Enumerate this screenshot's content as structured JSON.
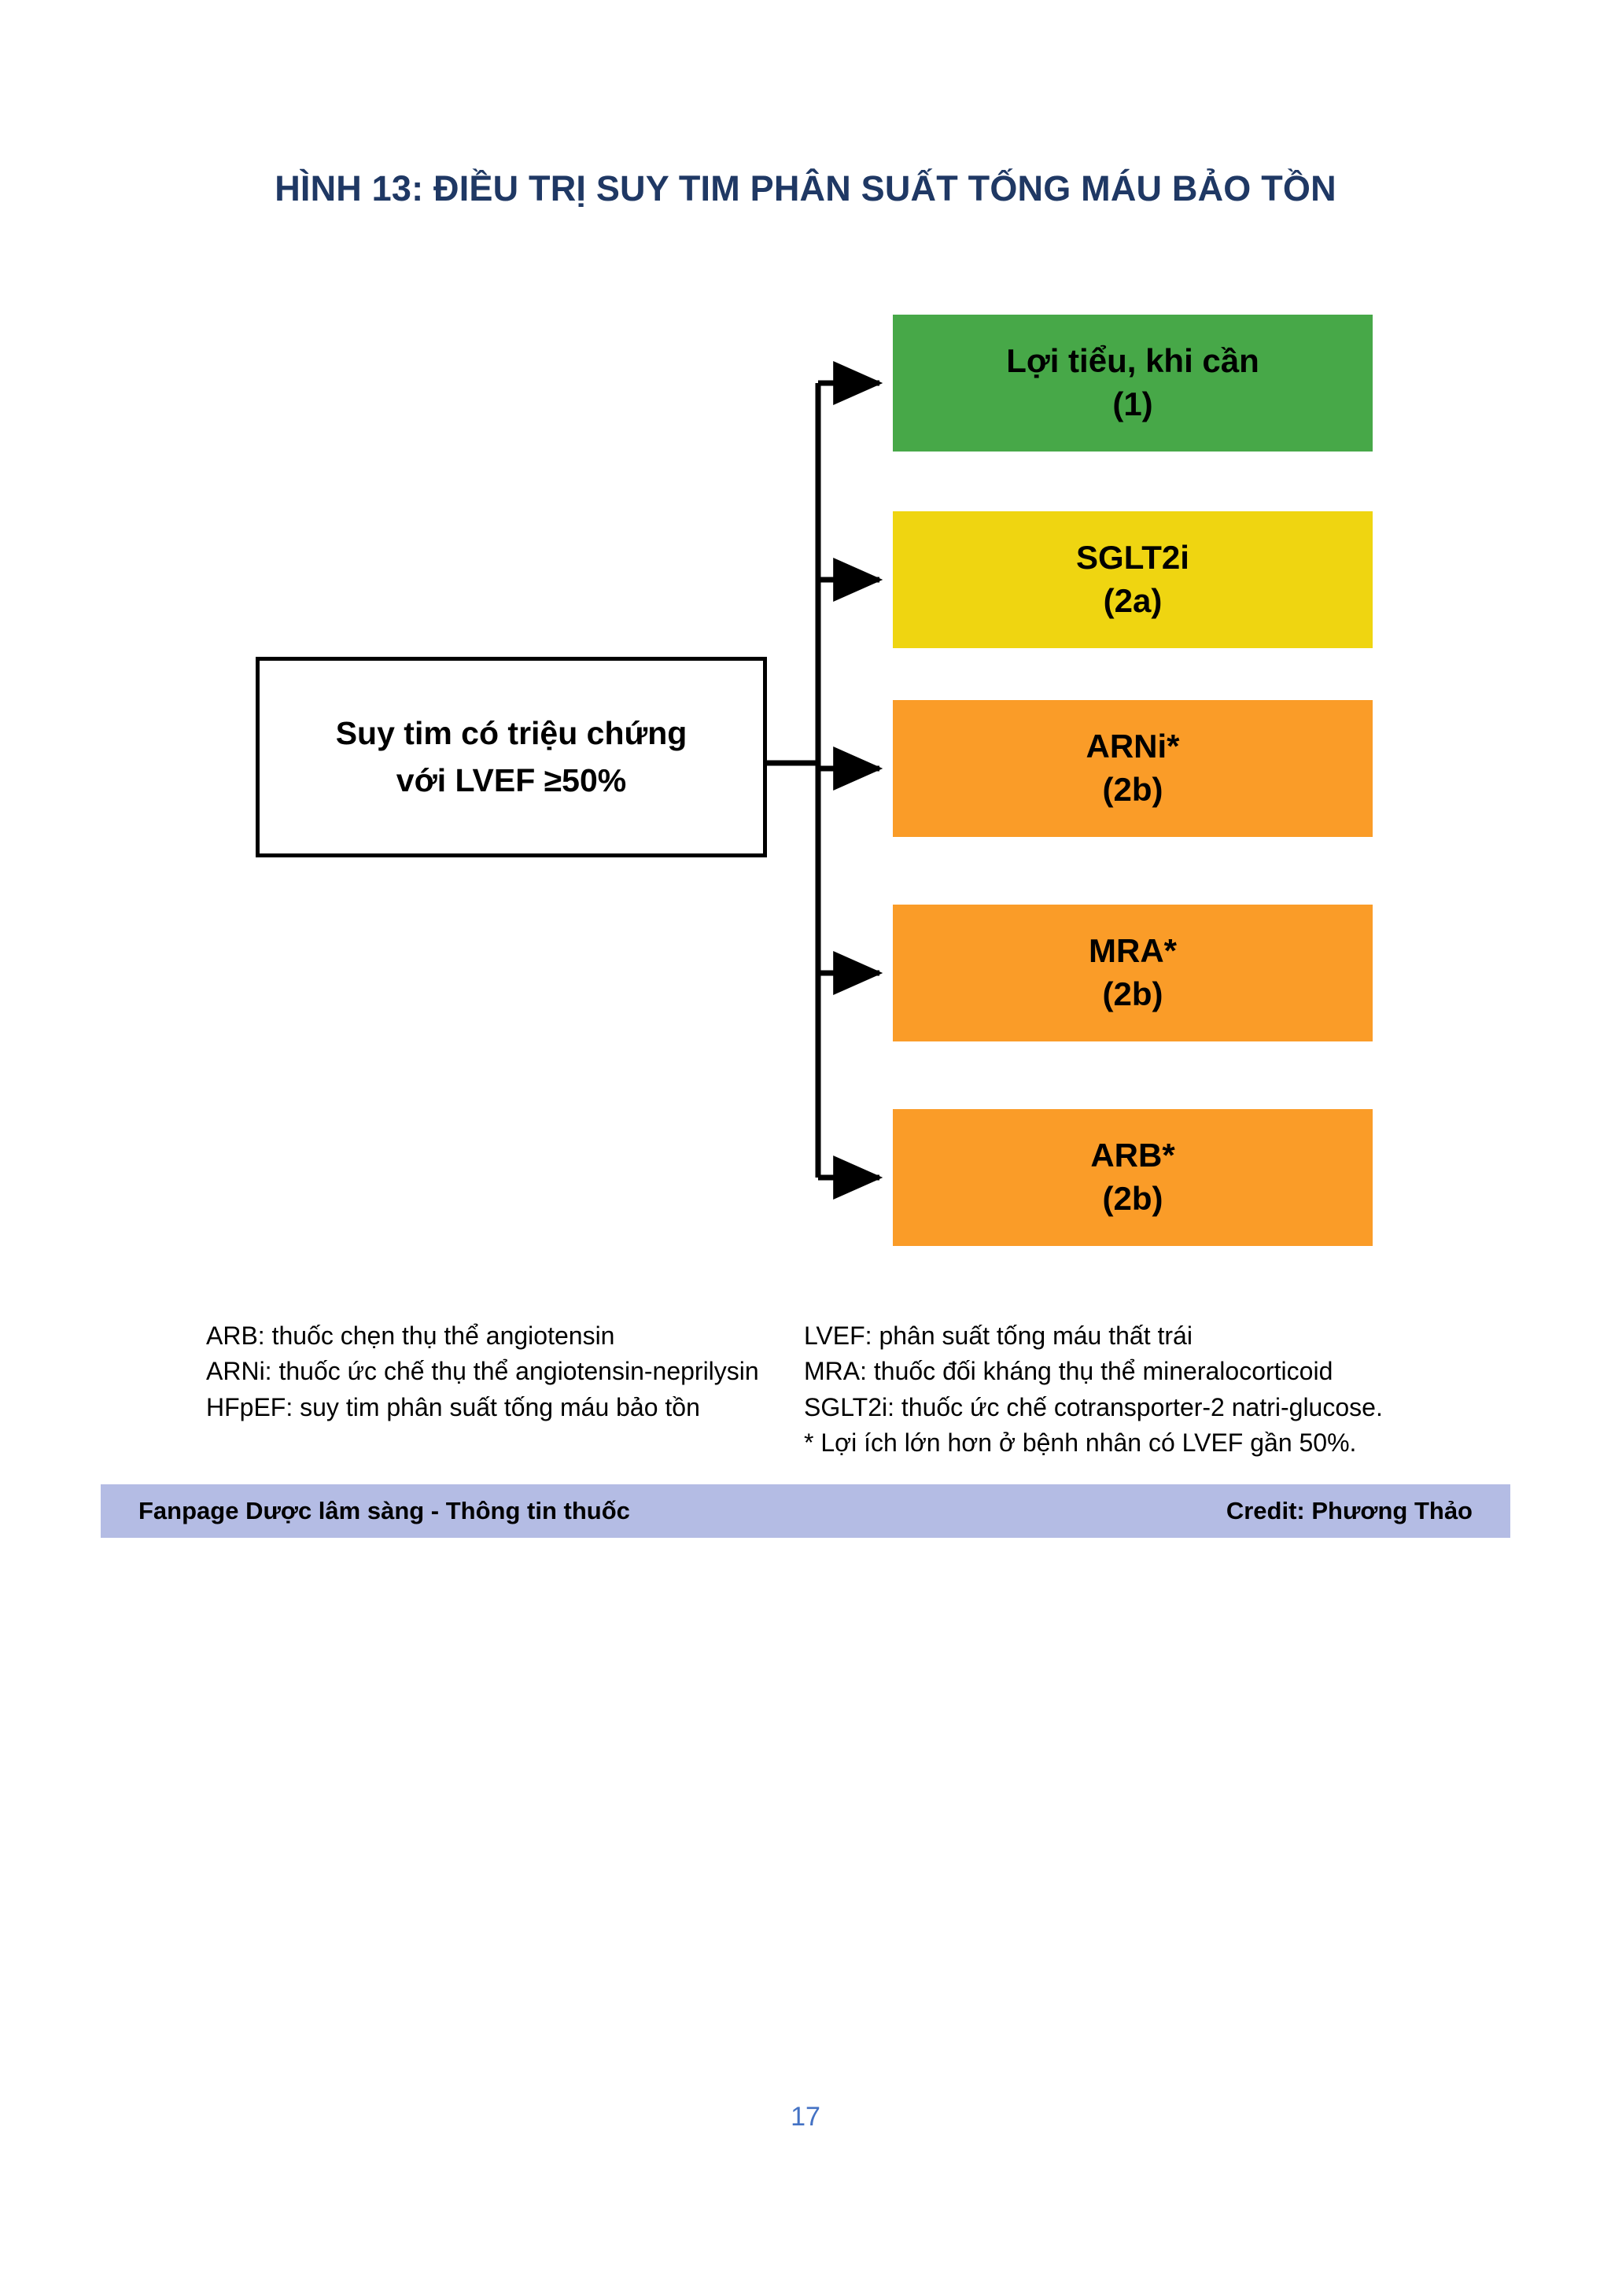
{
  "document": {
    "title": "HÌNH 13: ĐIỀU TRỊ SUY TIM PHÂN SUẤT TỐNG MÁU BẢO TỒN",
    "page_number": "17"
  },
  "colors": {
    "title": "#1F3864",
    "green": "#47A848",
    "yellow": "#EFD511",
    "orange": "#FA9C28",
    "footer_bar": "#B4BCE4",
    "page_number": "#4472C4",
    "connector": "#000000"
  },
  "flowchart": {
    "source": {
      "line1": "Suy tim có triệu chứng",
      "line2": "với LVEF ≥50%"
    },
    "therapies": [
      {
        "name": "diuretic",
        "line1": "Lợi tiểu, khi cần",
        "line2": "(1)",
        "color": "#47A848"
      },
      {
        "name": "sglt2i",
        "line1": "SGLT2i",
        "line2": "(2a)",
        "color": "#EFD511"
      },
      {
        "name": "arni",
        "line1": "ARNi*",
        "line2": "(2b)",
        "color": "#FA9C28"
      },
      {
        "name": "mra",
        "line1": "MRA*",
        "line2": "(2b)",
        "color": "#FA9C28"
      },
      {
        "name": "arb",
        "line1": "ARB*",
        "line2": "(2b)",
        "color": "#FA9C28"
      }
    ]
  },
  "legend": {
    "left": [
      "ARB: thuốc chẹn thụ thể angiotensin",
      "ARNi: thuốc ức chế thụ thể angiotensin-neprilysin",
      "HFpEF: suy tim phân suất tống máu bảo tồn"
    ],
    "right": [
      "LVEF: phân suất tống máu thất trái",
      "MRA: thuốc đối kháng thụ thể mineralocorticoid",
      "SGLT2i: thuốc ức chế cotransporter-2 natri-glucose.",
      "* Lợi ích lớn hơn ở bệnh nhân có LVEF gần 50%."
    ]
  },
  "footer": {
    "left": "Fanpage Dược lâm sàng - Thông tin thuốc",
    "right": "Credit: Phương Thảo"
  }
}
